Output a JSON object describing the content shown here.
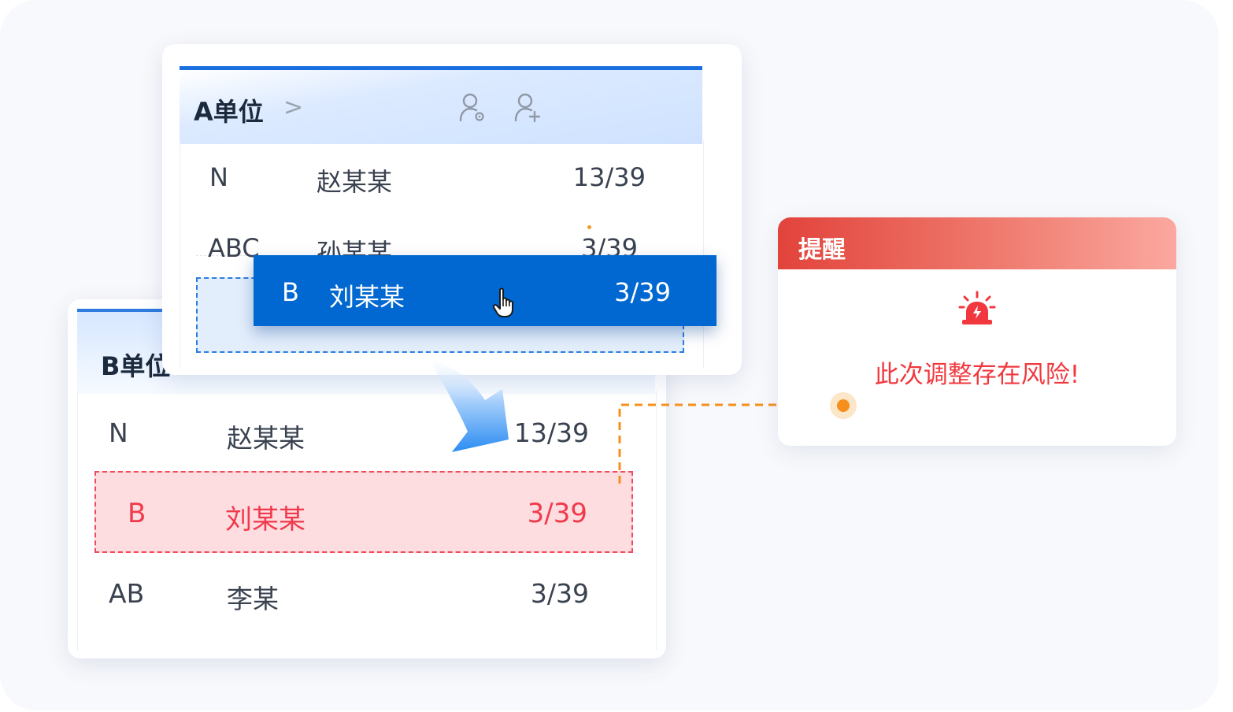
{
  "unit_b": {
    "title": "B单位",
    "rows": [
      {
        "code": "N",
        "name": "赵某某",
        "ratio": "13/39"
      },
      {
        "code": "B",
        "name": "刘某某",
        "ratio": "3/39"
      },
      {
        "code": "AB",
        "name": "李某",
        "ratio": "3/39"
      }
    ]
  },
  "unit_a": {
    "title": "A单位",
    "chevron": ">",
    "rows": [
      {
        "code": "N",
        "name": "赵某某",
        "ratio": "13/39"
      },
      {
        "code": "ABC",
        "name": "孙某某",
        "ratio": "3/39"
      }
    ]
  },
  "dragged_row": {
    "code": "B",
    "name": "刘某某",
    "ratio": "3/39"
  },
  "alert": {
    "title": "提醒",
    "message": "此次调整存在风险!",
    "icon": "siren-icon"
  },
  "colors": {
    "primary": "#0068d0",
    "danger": "#f03a4c",
    "warning": "#f5901e"
  }
}
